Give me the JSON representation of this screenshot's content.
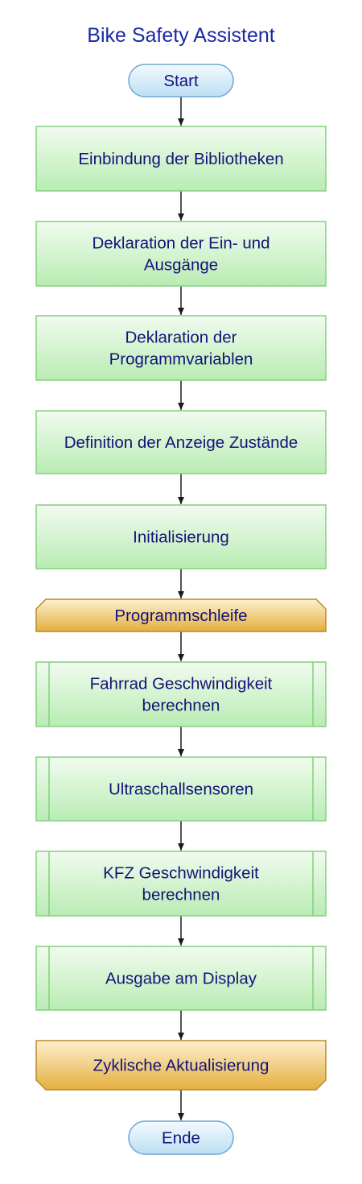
{
  "title": "Bike Safety Assistent",
  "colors": {
    "title_text": "#1b2aa3",
    "node_text": "#13137a",
    "process_fill_top": "#f1fbef",
    "process_fill_bottom": "#b9ecb3",
    "process_stroke": "#84cf7e",
    "terminal_fill_top": "#f3fafe",
    "terminal_fill_bottom": "#bcdff3",
    "terminal_stroke": "#6fa8cf",
    "loop_fill_top": "#fdf1cf",
    "loop_fill_bottom": "#e4ae3e",
    "loop_stroke": "#b9892c",
    "arrow": "#1a1a1a"
  },
  "nodes": [
    {
      "id": "start",
      "type": "terminal",
      "lines": [
        "Start"
      ]
    },
    {
      "id": "libraries",
      "type": "process",
      "lines": [
        "Einbindung der Bibliotheken"
      ]
    },
    {
      "id": "io",
      "type": "process",
      "lines": [
        "Deklaration der Ein- und",
        "Ausgänge"
      ]
    },
    {
      "id": "variables",
      "type": "process",
      "lines": [
        "Deklaration der",
        "Programmvariablen"
      ]
    },
    {
      "id": "display-states",
      "type": "process",
      "lines": [
        "Definition der Anzeige Zustände"
      ]
    },
    {
      "id": "init",
      "type": "process",
      "lines": [
        "Initialisierung"
      ]
    },
    {
      "id": "loop-start",
      "type": "loop-start",
      "lines": [
        "Programmschleife"
      ]
    },
    {
      "id": "bike-speed",
      "type": "subprocess",
      "lines": [
        "Fahrrad Geschwindigkeit",
        "berechnen"
      ]
    },
    {
      "id": "ultrasonic",
      "type": "subprocess",
      "lines": [
        "Ultraschallsensoren"
      ]
    },
    {
      "id": "car-speed",
      "type": "subprocess",
      "lines": [
        "KFZ Geschwindigkeit",
        "berechnen"
      ]
    },
    {
      "id": "display-output",
      "type": "subprocess",
      "lines": [
        "Ausgabe am Display"
      ]
    },
    {
      "id": "loop-end",
      "type": "loop-end",
      "lines": [
        "Zyklische Aktualisierung"
      ]
    },
    {
      "id": "end",
      "type": "terminal",
      "lines": [
        "Ende"
      ]
    }
  ]
}
